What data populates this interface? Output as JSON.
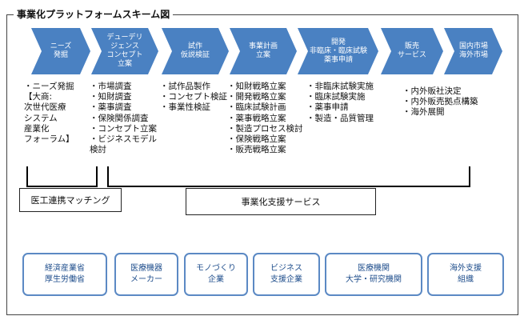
{
  "title": "事業化プラットフォームスキーム図",
  "steps": [
    {
      "label": "ニーズ\n発掘"
    },
    {
      "label": "デューデリ\nジェンス\nコンセプト\n立案"
    },
    {
      "label": "試作\n仮説検証"
    },
    {
      "label": "事業計画\n立案"
    },
    {
      "label": "開発\n非臨床・臨床試験\n薬事申請"
    },
    {
      "label": "販売\nサービス"
    },
    {
      "label": "国内市場\n海外市場"
    }
  ],
  "columns": [
    {
      "lines": [
        "・ニーズ発掘",
        "【大商:",
        "次世代医療",
        "システム",
        "産業化",
        "フォーラム】"
      ]
    },
    {
      "lines": [
        "・市場調査",
        "・知財調査",
        "・薬事調査",
        "・保険関係調査",
        "・コンセプト立案",
        "・ビジネスモデル",
        "検討"
      ]
    },
    {
      "lines": [
        "・試作品製作",
        "・コンセプト検証",
        "・事業性検証"
      ]
    },
    {
      "lines": [
        "・知財戦略立案",
        "・開発戦略立案",
        "・臨床試験計画",
        "・薬事戦略立案",
        "・製造プロセス検討",
        "・保険戦略立案",
        "・販売戦略立案"
      ]
    },
    {
      "lines": [
        "・非臨床試験実施",
        "・臨床試験実施",
        "・薬事申請",
        "・製造・品質管理"
      ]
    },
    {
      "lines": [
        "・内外販社決定",
        "・内外販売拠点構築",
        "・海外展開"
      ]
    }
  ],
  "groups": {
    "matching": "医工連携マッチング",
    "support": "事業化支援サービス"
  },
  "stakeholders": [
    {
      "label": "経済産業省\n厚生労働省"
    },
    {
      "label": "医療機器\nメーカー"
    },
    {
      "label": "モノづくり\n企業"
    },
    {
      "label": "ビジネス\n支援企業"
    },
    {
      "label": "医療機関\n大学・研究機関"
    },
    {
      "label": "海外支援\n組織"
    }
  ],
  "colors": {
    "arrow": "#4a81c2",
    "stake_border": "#5b89c4",
    "stake_text": "#1f4e8c"
  }
}
